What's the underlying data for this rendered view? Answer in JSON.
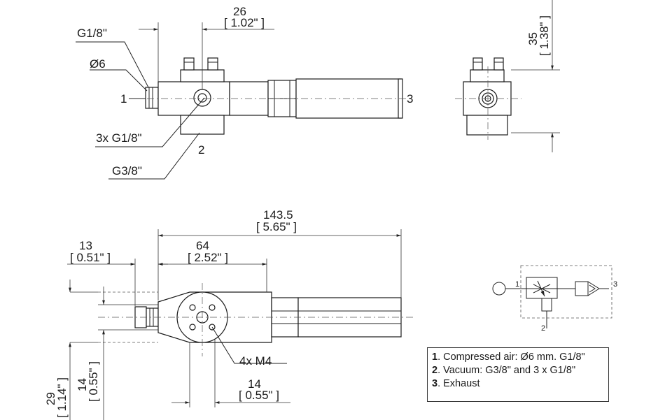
{
  "labels": {
    "top_g18": "G1/8\"",
    "top_dia6": "Ø6",
    "top_port1": "1",
    "top_3xg18": "3x G1/8\"",
    "top_port2": "2",
    "top_g38": "G3/8\"",
    "top_port3": "3",
    "dim_26": "26",
    "dim_26_in": "[ 1.02\" ]",
    "dim_35": "35",
    "dim_35_in": "[ 1.38\" ]",
    "dim_143": "143.5",
    "dim_143_in": "[ 5.65\" ]",
    "dim_13": "13",
    "dim_13_in": "[ 0.51\" ]",
    "dim_64": "64",
    "dim_64_in": "[ 2.52\" ]",
    "dim_14_bottom": "14",
    "dim_14_bottom_in": "[ 0.55\" ]",
    "dim_14_side": "14",
    "dim_14_side_in": "[ 0.55\" ]",
    "dim_29": "29",
    "dim_29_in": "[ 1.14\" ]",
    "bolts": "4x M4",
    "sym_1": "1",
    "sym_2": "2",
    "sym_3": "3"
  },
  "legend": [
    {
      "num": "1",
      "text": ". Compressed air: Ø6 mm. G1/8\""
    },
    {
      "num": "2",
      "text": ". Vacuum: G3/8\" and 3 x G1/8\""
    },
    {
      "num": "3",
      "text": ". Exhaust"
    }
  ]
}
